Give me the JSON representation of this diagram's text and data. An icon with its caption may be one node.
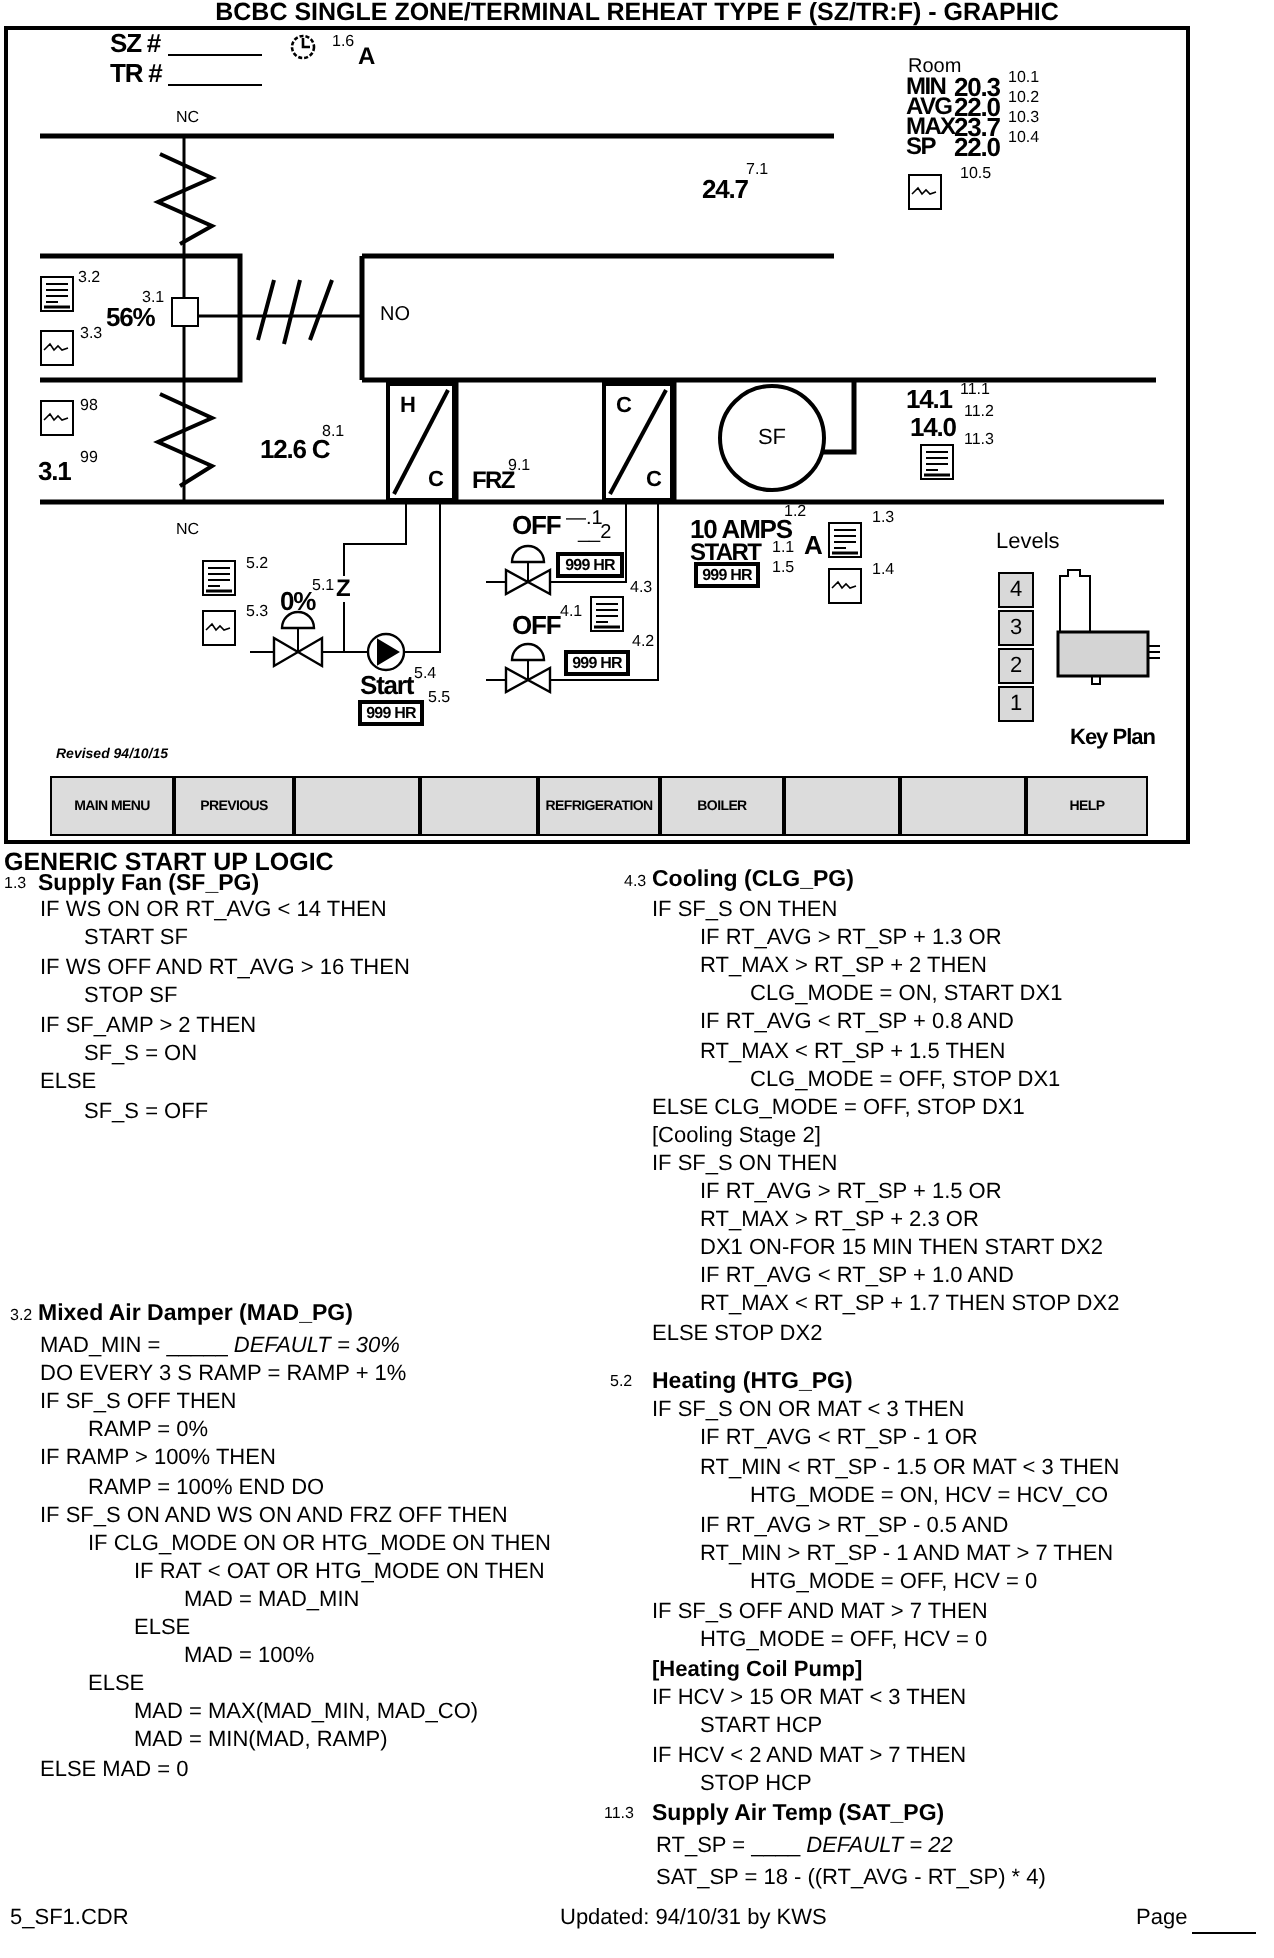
{
  "diagram": {
    "title": "BCBC SINGLE ZONE/TERMINAL REHEAT TYPE F (SZ/TR:F) - GRAPHIC",
    "nodes": [
      {
        "text": [
          "SF"
        ]
      },
      {
        "text": [
          "H",
          "C"
        ]
      },
      {
        "text": [
          "C",
          "C"
        ]
      },
      {
        "text": [
          "999 HR"
        ]
      },
      {
        "text": [
          "999 HR"
        ]
      },
      {
        "text": [
          "999 HR"
        ]
      },
      {
        "text": [
          "999 HR"
        ]
      },
      {
        "text": [
          "4"
        ]
      },
      {
        "text": [
          "3"
        ]
      },
      {
        "text": [
          "2"
        ]
      },
      {
        "text": [
          "1"
        ]
      },
      {
        "text": [
          "MAIN MENU"
        ]
      },
      {
        "text": [
          "PREVIOUS"
        ]
      },
      {
        "text": [],
        "shape": "box"
      },
      {
        "text": [],
        "shape": "box"
      },
      {
        "text": [
          "REFRIGERATION"
        ]
      },
      {
        "text": [
          "BOILER"
        ]
      },
      {
        "text": [],
        "shape": "box"
      },
      {
        "text": [],
        "shape": "box"
      },
      {
        "text": [
          "HELP"
        ]
      }
    ],
    "labels": [
      "SZ #",
      "1.6",
      "A",
      "TR #",
      "Room",
      "MIN",
      "20.3",
      "10.1",
      "AVG",
      "22.0",
      "10.2",
      "MAX",
      "23.7",
      "10.3",
      "SP",
      "22.0",
      "10.4",
      "NC",
      "7.1",
      "24.7",
      "10.5",
      "3.2",
      "3.1",
      "56%",
      "NO",
      "3.3",
      "98",
      "14.1",
      "11.1",
      "14.0",
      "11.2",
      "8.1",
      "12.6 C",
      "11.3",
      "99",
      "3.1",
      "9.1",
      "FRZ",
      "OFF",
      "—.1",
      "__2",
      "1.2",
      "10 AMPS",
      "NC",
      "Levels",
      "1.3",
      "START",
      "1.1",
      "A",
      "5.2",
      "1.5",
      "1.4",
      "4.3",
      "0%",
      "5.1",
      "Z",
      "5.3",
      "OFF",
      "4.1",
      "4.2",
      "Start",
      "5.4",
      "5.5",
      "Key Plan",
      "Revised 94/10/15",
      "GENERIC START UP LOGIC",
      "1.3",
      "Supply Fan (SF_PG)",
      "IF WS ON OR RT_AVG < 14 THEN",
      "START SF",
      "IF WS OFF AND RT_AVG > 16 THEN",
      "STOP SF",
      "IF SF_AMP > 2 THEN",
      "SF_S = ON",
      "ELSE",
      "SF_S = OFF",
      "3.2",
      "Mixed Air Damper (MAD_PG)",
      "MAD_MIN = _____ *DEFAULT = 30%*",
      "DO EVERY 3 S RAMP = RAMP + 1%",
      "IF SF_S OFF THEN",
      "RAMP = 0%",
      "IF RAMP > 100% THEN",
      "RAMP = 100% END DO",
      "IF SF_S ON AND WS ON AND FRZ OFF THEN",
      "IF CLG_MODE ON OR HTG_MODE ON THEN",
      "IF RAT < OAT OR HTG_MODE ON THEN",
      "MAD = MAD_MIN",
      "ELSE",
      "MAD = 100%",
      "ELSE",
      "MAD = MAX(MAD_MIN, MAD_CO)",
      "MAD = MIN(MAD, RAMP)",
      "ELSE MAD = 0",
      "4.3",
      "Cooling (CLG_PG)",
      "IF SF_S ON THEN",
      "IF RT_AVG > RT_SP + 1.3 OR",
      "RT_MAX > RT_SP + 2 THEN",
      "CLG_MODE = ON, START DX1",
      "IF RT_AVG < RT_SP + 0.8 AND",
      "RT_MAX < RT_SP + 1.5 THEN",
      "CLG_MODE = OFF, STOP DX1",
      "ELSE CLG_MODE = OFF, STOP DX1",
      "[Cooling Stage 2]",
      "IF SF_S ON THEN",
      "IF RT_AVG > RT_SP + 1.5 OR",
      "RT_MAX > RT_SP + 2.3 OR",
      "DX1 ON-FOR 15 MIN THEN START DX2",
      "IF RT_AVG < RT_SP + 1.0 AND",
      "RT_MAX < RT_SP + 1.7 THEN STOP DX2",
      "ELSE STOP DX2",
      "5.2",
      "Heating (HTG_PG)",
      "IF SF_S ON OR MAT < 3 THEN",
      "IF RT_AVG < RT_SP - 1 OR",
      "RT_MIN < RT_SP - 1.5 OR MAT < 3 THEN",
      "HTG_MODE = ON, HCV = HCV_CO",
      "IF RT_AVG > RT_SP - 0.5 AND",
      "RT_MIN > RT_SP - 1 AND MAT > 7 THEN",
      "HTG_MODE = OFF, HCV = 0",
      "IF SF_S OFF AND MAT > 7 THEN",
      "HTG_MODE = OFF, HCV = 0",
      "[Heating Coil Pump]",
      "IF HCV > 15 OR MAT < 3 THEN",
      "START HCP",
      "IF HCV < 2 AND MAT > 7 THEN",
      "STOP HCP",
      "11.3",
      "Supply Air Temp (SAT_PG)",
      "RT_SP = ____ *DEFAULT = 22*",
      "SAT_SP = 18 - ((RT_AVG - RT_SP) * 4)",
      "5_SF1.CDR",
      "Updated: 94/10/31 by KWS",
      "Page"
    ]
  }
}
